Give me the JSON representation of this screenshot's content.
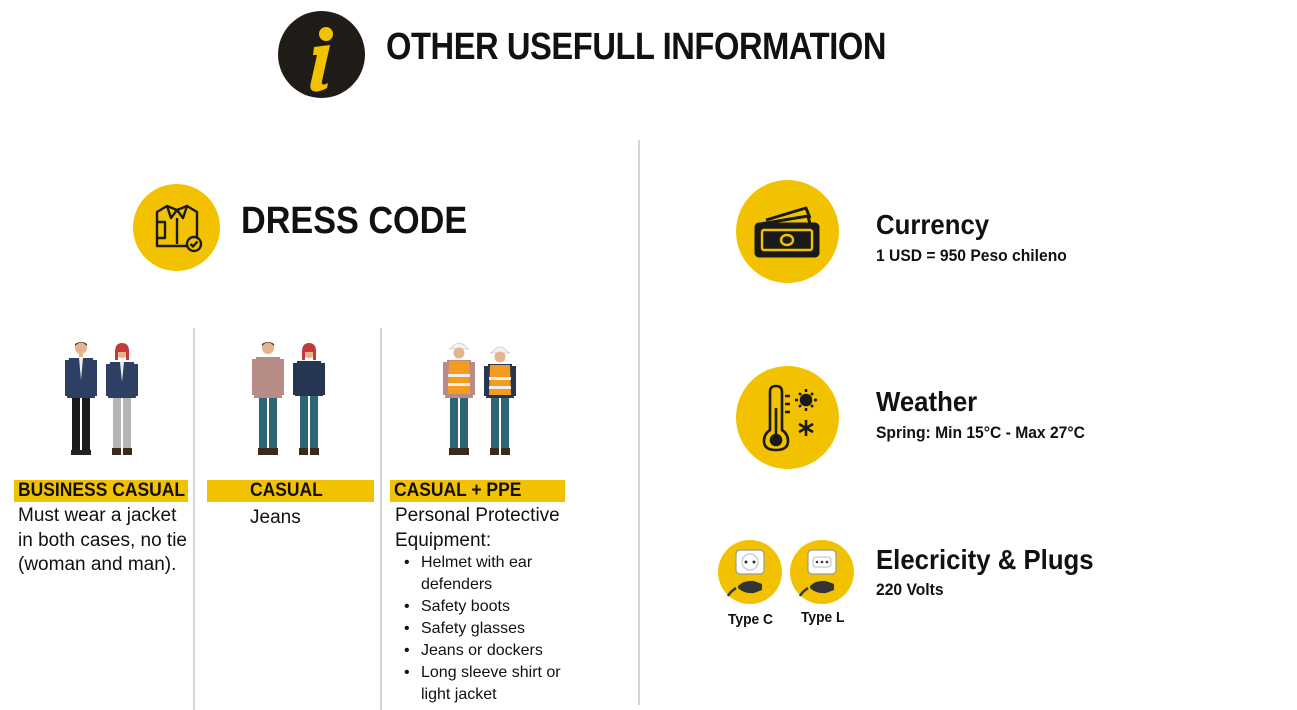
{
  "header": {
    "title": "OTHER USEFULL INFORMATION",
    "icon": "info-icon"
  },
  "dress_code": {
    "title": "DRESS CODE",
    "icon": "shirt-check-icon",
    "columns": [
      {
        "label": "BUSINESS CASUAL",
        "description_lines": [
          "Must wear a jacket",
          "in both cases, no tie",
          "(woman and man)."
        ]
      },
      {
        "label": "CASUAL",
        "description_lines": [
          "Jeans"
        ]
      },
      {
        "label": "CASUAL + PPE",
        "description_lines": [
          "Personal Protective",
          "Equipment:"
        ],
        "items": [
          "Helmet with ear",
          "defenders",
          "Safety boots",
          "Safety glasses",
          "Jeans or dockers",
          "Long sleeve shirt or",
          "light jacket"
        ]
      }
    ]
  },
  "info": {
    "currency": {
      "title": "Currency",
      "value": "1 USD = 950 Peso chileno",
      "icon": "banknote-icon"
    },
    "weather": {
      "title": "Weather",
      "value": "Spring: Min 15°C - Max 27°C",
      "icon": "thermometer-icon"
    },
    "electricity": {
      "title": "Elecricity & Plugs",
      "value": "220 Volts",
      "plugs": [
        "Type C",
        "Type L"
      ],
      "icon": "plug-icon"
    }
  },
  "colors": {
    "accent": "#f2c200",
    "dark": "#1f1b16",
    "divider": "#d6d6d6"
  }
}
